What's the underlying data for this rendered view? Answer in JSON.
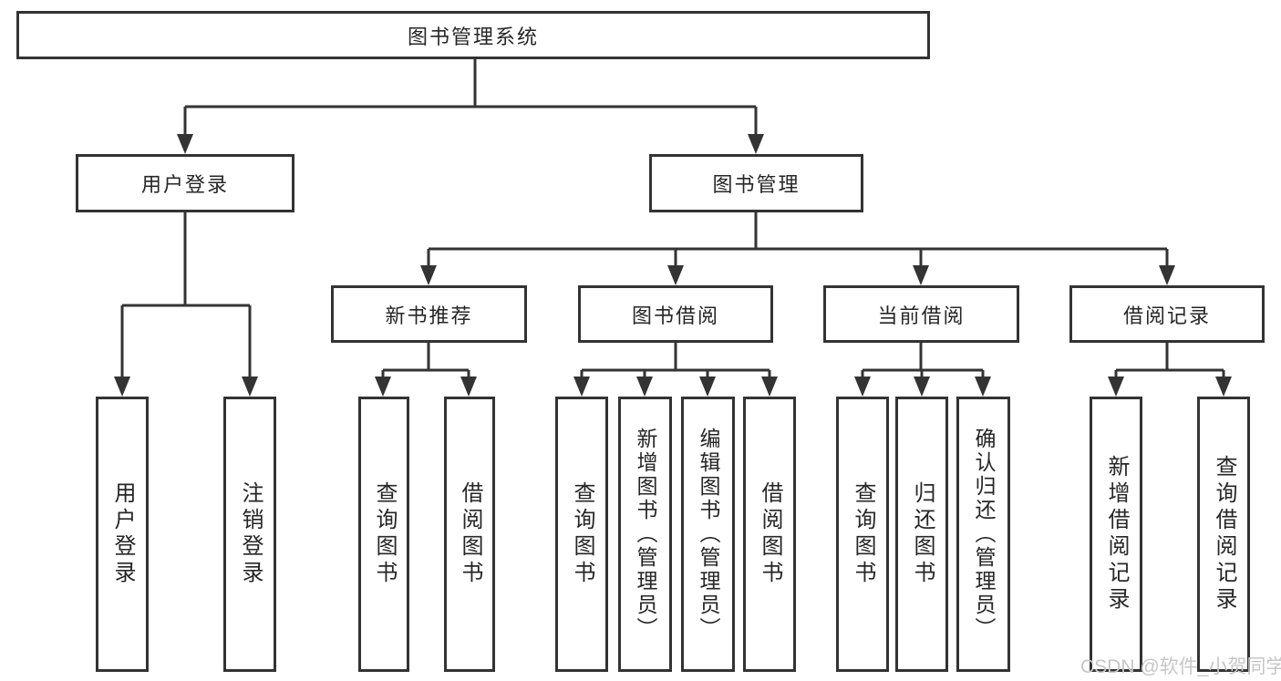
{
  "diagram": {
    "root": {
      "label": "图书管理系统"
    },
    "level2": [
      {
        "label": "用户登录"
      },
      {
        "label": "图书管理"
      }
    ],
    "level3": [
      {
        "label": "新书推荐"
      },
      {
        "label": "图书借阅"
      },
      {
        "label": "当前借阅"
      },
      {
        "label": "借阅记录"
      }
    ],
    "leaves": {
      "user_login": [
        {
          "label": "用户登录"
        },
        {
          "label": "注销登录"
        }
      ],
      "new_books": [
        {
          "label": "查询图书"
        },
        {
          "label": "借阅图书"
        }
      ],
      "book_borrow": [
        {
          "label": "查询图书"
        },
        {
          "label": "新增图书（管理员）"
        },
        {
          "label": "编辑图书（管理员）"
        },
        {
          "label": "借阅图书"
        }
      ],
      "current_borrow": [
        {
          "label": "查询图书"
        },
        {
          "label": "归还图书"
        },
        {
          "label": "确认归还（管理员）"
        }
      ],
      "borrow_records": [
        {
          "label": "新增借阅记录"
        },
        {
          "label": "查询借阅记录"
        }
      ]
    }
  },
  "watermark": {
    "text": "CSDN @软件_小贺同学"
  },
  "colors": {
    "line": "#333333",
    "box_fill": "#ffffff",
    "text": "#262626",
    "watermark": "#c6c6c6"
  }
}
